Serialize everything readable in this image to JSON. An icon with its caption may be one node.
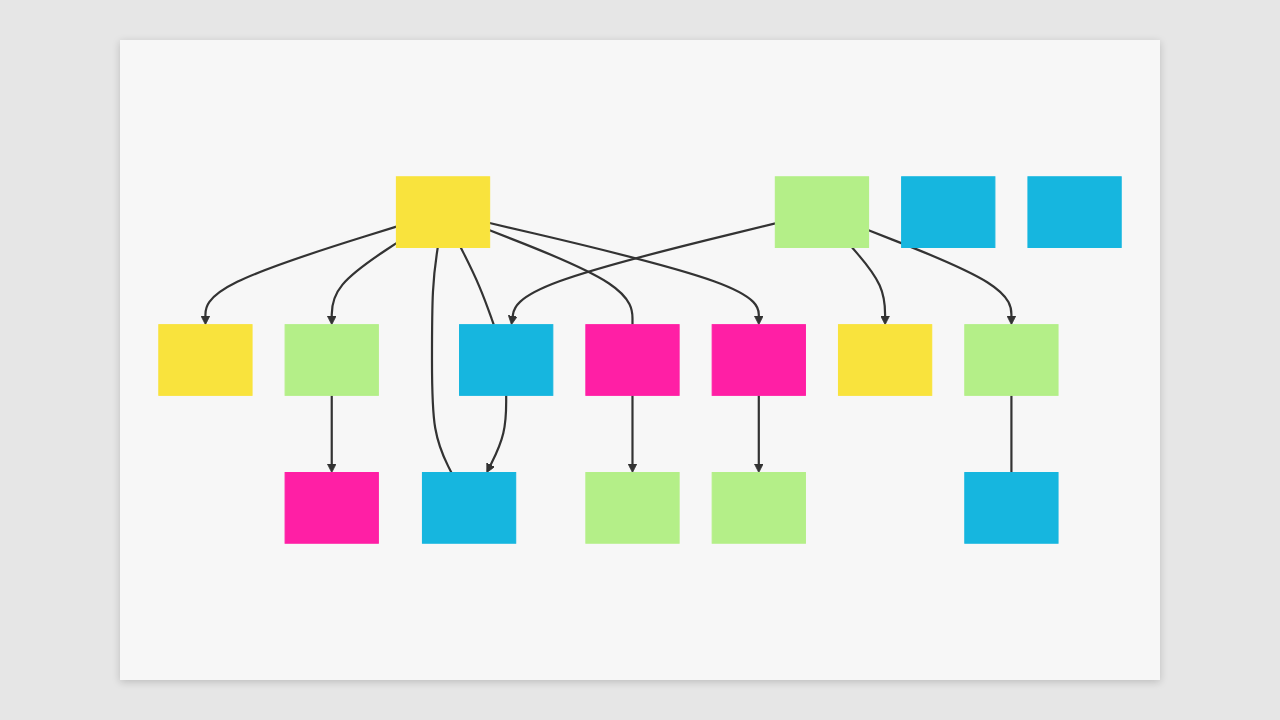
{
  "diagram": {
    "nodes": [
      {
        "text": [],
        "shape": "box"
      },
      {
        "text": [],
        "shape": "box"
      },
      {
        "text": [],
        "shape": "box"
      },
      {
        "text": [],
        "shape": "box"
      },
      {
        "text": [],
        "shape": "box"
      },
      {
        "text": [],
        "shape": "box"
      },
      {
        "text": [],
        "shape": "box"
      },
      {
        "text": [],
        "shape": "box"
      },
      {
        "text": [],
        "shape": "box"
      },
      {
        "text": [],
        "shape": "box"
      },
      {
        "text": [],
        "shape": "box"
      },
      {
        "text": [],
        "shape": "box"
      },
      {
        "text": [],
        "shape": "box"
      },
      {
        "text": [],
        "shape": "box"
      },
      {
        "text": [],
        "shape": "box"
      },
      {
        "text": [],
        "shape": "box"
      }
    ],
    "edges": [
      {
        "from": 1,
        "to": 0,
        "arrow": "to"
      },
      {
        "from": 1,
        "to": 2,
        "arrow": "to"
      },
      {
        "from": 2,
        "to": 3,
        "arrow": "to"
      },
      {
        "from": 1,
        "to": 4,
        "arrow": "none"
      },
      {
        "from": 1,
        "to": 5,
        "arrow": "none"
      },
      {
        "from": 1,
        "to": 7,
        "arrow": "none"
      },
      {
        "from": 1,
        "to": 8,
        "arrow": "to"
      },
      {
        "from": 6,
        "to": 5,
        "arrow": "to"
      },
      {
        "from": 5,
        "to": 4,
        "arrow": "to"
      },
      {
        "from": 6,
        "to": 10,
        "arrow": "to"
      },
      {
        "from": 6,
        "to": 13,
        "arrow": "to"
      },
      {
        "from": 7,
        "to": 14,
        "arrow": "to"
      },
      {
        "from": 8,
        "to": 15,
        "arrow": "to"
      },
      {
        "from": 10,
        "to": 11,
        "arrow": "none"
      }
    ]
  }
}
